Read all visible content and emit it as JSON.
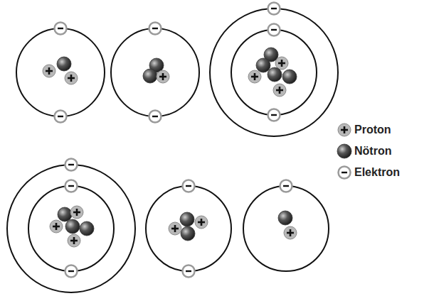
{
  "diagram": {
    "legend": [
      {
        "text": "Proton"
      },
      {
        "text": "Nötron"
      },
      {
        "text": "Elektron"
      }
    ]
  }
}
